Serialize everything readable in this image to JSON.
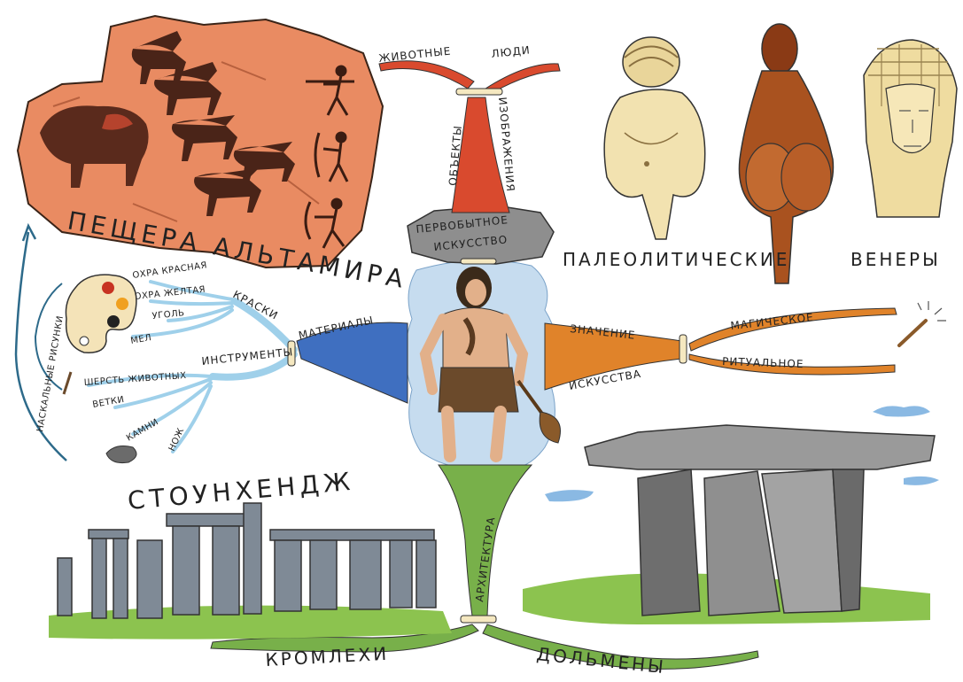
{
  "center": {
    "title_line1": "ПЕРВОБЫТНОЕ",
    "title_line2": "ИСКУССТВО"
  },
  "branches": {
    "objects": {
      "label_left": "ОБЪЕКТЫ",
      "label_right": "ИЗОБРАЖЕНИЯ",
      "sub_left": "ЖИВОТНЫЕ",
      "sub_right": "ЛЮДИ",
      "color": "#d94a2e"
    },
    "materials": {
      "label": "МАТЕРИАЛЫ",
      "color": "#3f6fc0",
      "paints": {
        "label": "КРАСКИ",
        "items": [
          "ОХРА КРАСНАЯ",
          "ОХРА ЖЕЛТАЯ",
          "УГОЛЬ",
          "МЕЛ"
        ]
      },
      "tools": {
        "label": "ИНСТРУМЕНТЫ",
        "items": [
          "ШЕРСТЬ ЖИВОТНЫХ",
          "ВЕТКИ",
          "КАМНИ",
          "НОЖ"
        ]
      },
      "cave_painting": "НАСКАЛЬНЫЕ РИСУНКИ"
    },
    "meaning": {
      "label_top": "ЗНАЧЕНИЕ",
      "label_bottom": "ИСКУССТВА",
      "items": [
        "МАГИЧЕСКОЕ",
        "РИТУАЛЬНОЕ"
      ],
      "color": "#e0832a"
    },
    "architecture": {
      "label": "АРХИТЕКТУРА",
      "items": [
        "КРОМЛЕХИ",
        "ДОЛЬМЕНЫ"
      ],
      "color": "#78b04a"
    }
  },
  "titles": {
    "cave": "ПЕЩЕРА АЛЬТАМИРА",
    "venus_left": "ПАЛЕОЛИТИЧЕСКИЕ",
    "venus_right": "ВЕНЕРЫ",
    "stonehenge": "СТОУНХЕНДЖ"
  },
  "illustrations": {
    "cave": "altamira-cave-painting",
    "venus": "paleolithic-venus-figurines",
    "stonehenge": "stonehenge",
    "dolmen": "dolmen",
    "caveman": "caveman",
    "palette": "paint-palette",
    "wand": "magic-wand-icon"
  },
  "colors": {
    "rock": "#e98b62",
    "rock_dark": "#5a2e1e",
    "stone": "#7f8a96",
    "sky": "#bcd7ee",
    "grass": "#8cc34f"
  }
}
